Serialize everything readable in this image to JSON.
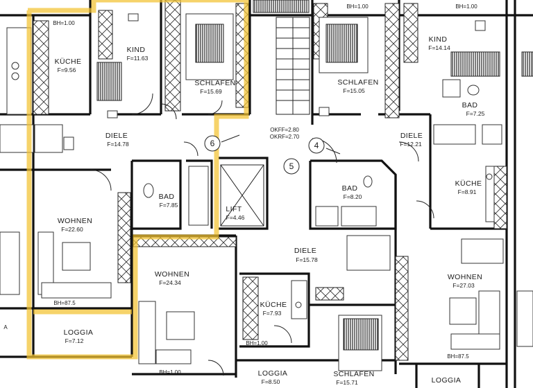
{
  "rooms": [
    {
      "name": "KÜCHE",
      "area": "F=9.56"
    },
    {
      "name": "KIND",
      "area": "F=11.63"
    },
    {
      "name": "SCHLAFEN",
      "area": "F=15.69"
    },
    {
      "name": "SCHLAFEN",
      "area": "F=15.05"
    },
    {
      "name": "KIND",
      "area": "F=14.14"
    },
    {
      "name": "BAD",
      "area": "F=7.25"
    },
    {
      "name": "DIELE",
      "area": "F=14.78"
    },
    {
      "name": "DIELE",
      "area": "F=12.21"
    },
    {
      "name": "KÜCHE",
      "area": "F=8.91"
    },
    {
      "name": "BAD",
      "area": "F=7.85"
    },
    {
      "name": "LIFT",
      "area": "F=4.46"
    },
    {
      "name": "BAD",
      "area": "F=8.20"
    },
    {
      "name": "WOHNEN",
      "area": "F=22.60"
    },
    {
      "name": "WOHNEN",
      "area": "F=24.34"
    },
    {
      "name": "DIELE",
      "area": "F=15.78"
    },
    {
      "name": "KÜCHE",
      "area": "F=7.93"
    },
    {
      "name": "WOHNEN",
      "area": "F=27.03"
    },
    {
      "name": "LOGGIA",
      "area": "F=7.12"
    },
    {
      "name": "LOGGIA",
      "area": "F=8.50"
    },
    {
      "name": "SCHLAFEN",
      "area": "F=15.71"
    },
    {
      "name": "LOGGIA",
      "area": ""
    }
  ],
  "marks": {
    "bh_top_left": "BH=1.00",
    "bh_top_mid": "BH=1.00",
    "bh_top_right": "BH=1.00",
    "bh_left_loggia": "BH=87.5",
    "bh_right_wohnen": "BH=87.5",
    "bh_kueche": "BH=1.00",
    "bh_bottom": "BH=1.00",
    "okff": "OKFF=2.80",
    "okrf": "OKRF=2.70",
    "unit_6": "6",
    "unit_5": "5",
    "unit_4": "4",
    "edge_a": "A"
  },
  "colors": {
    "highlight": "#f2c230",
    "wall": "#111111"
  }
}
